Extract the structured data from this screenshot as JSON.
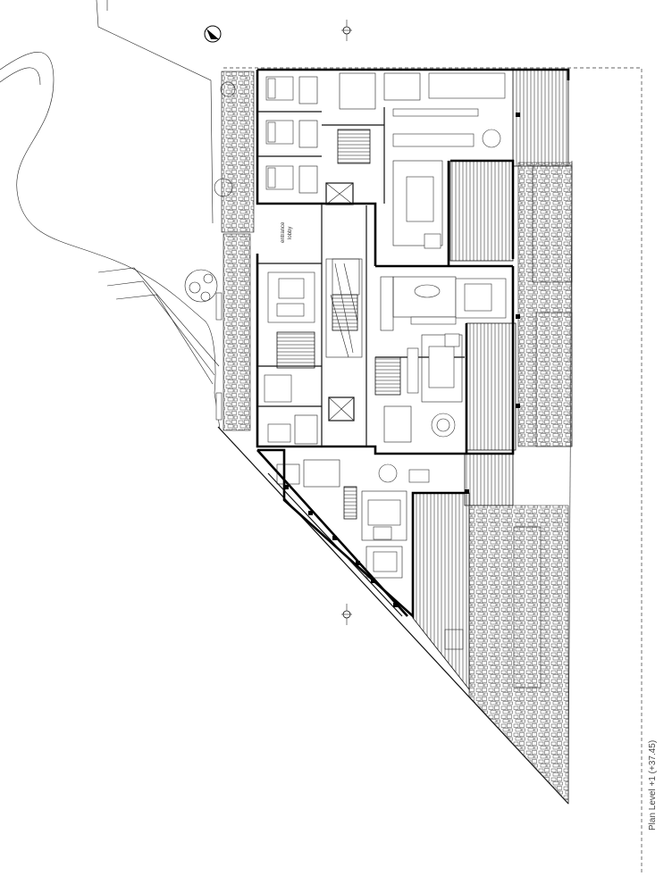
{
  "title": "Plan Level +1 (+37.45)",
  "room_labels": {
    "entrance": "entrance",
    "lobby": "lobby"
  },
  "icons": [
    "north-arrow-icon",
    "section-marker-icon"
  ]
}
